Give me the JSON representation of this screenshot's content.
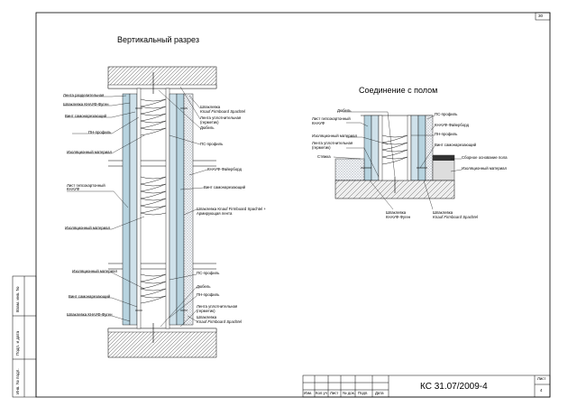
{
  "sheet": {
    "number_corner": "30",
    "code": "КС 31.07/2009-4",
    "sheet_label": "Лист",
    "sheet_number": "4"
  },
  "title_block": {
    "cols": [
      "Изм.",
      "Кол.уч",
      "Лист",
      "№ док.",
      "Подп.",
      "Дата"
    ]
  },
  "side_stamp": {
    "inv_orig": "Инв. № подл.",
    "sign_date": "Подп. и дата",
    "inv_dup": "Взам. инв. №"
  },
  "section_left": {
    "title": "Вертикальный разрез",
    "labels_left": [
      "Лента разделительная",
      "Шпаклевка КНАУФ-Фуген",
      "Винт самонарезающий",
      "ПН-профиль",
      "Изоляционный материал",
      "Лист гипсокартонный КНАУФ",
      "Изоляционный материал",
      "Изоляционный материал",
      "Винт самонарезающий",
      "Шпаклевка КНАУФ-Фуген"
    ],
    "labels_right": [
      "Шпаклевка",
      "Knauf Firmboard Spachtel",
      "Лента уплотнительная",
      "(герметик)",
      "Дюбель",
      "ПС-профиль",
      "КНАУФ-Файерборд",
      "Винт самонарезающий",
      "Шпаклевка Knauf Firmboard Spachtel +",
      "Армирующая лента",
      "ПС-профиль",
      "Дюбель",
      "ПН-профиль",
      "Лента уплотнительная",
      "(герметик)",
      "Шпаклевка",
      "Knauf Firmboard Spachtel"
    ]
  },
  "section_right": {
    "title": "Соединение с полом",
    "labels_left": [
      "Дюбель",
      "Лист гипсокартонный",
      "КНАУФ",
      "Изоляционный материал",
      "Лента уплотнительная",
      "(герметик)",
      "Стяжка"
    ],
    "labels_right": [
      "ПС-профиль",
      "КНАУФ-Файерборд",
      "ПН-профиль",
      "Винт самонарезающий",
      "Сборное основание пола",
      "Изоляционный материал"
    ],
    "labels_bottom": [
      "Шпаклевка",
      "КНАУФ-Фуген",
      "Шпаклевка",
      "Knauf Firmboard Spachtel"
    ]
  }
}
